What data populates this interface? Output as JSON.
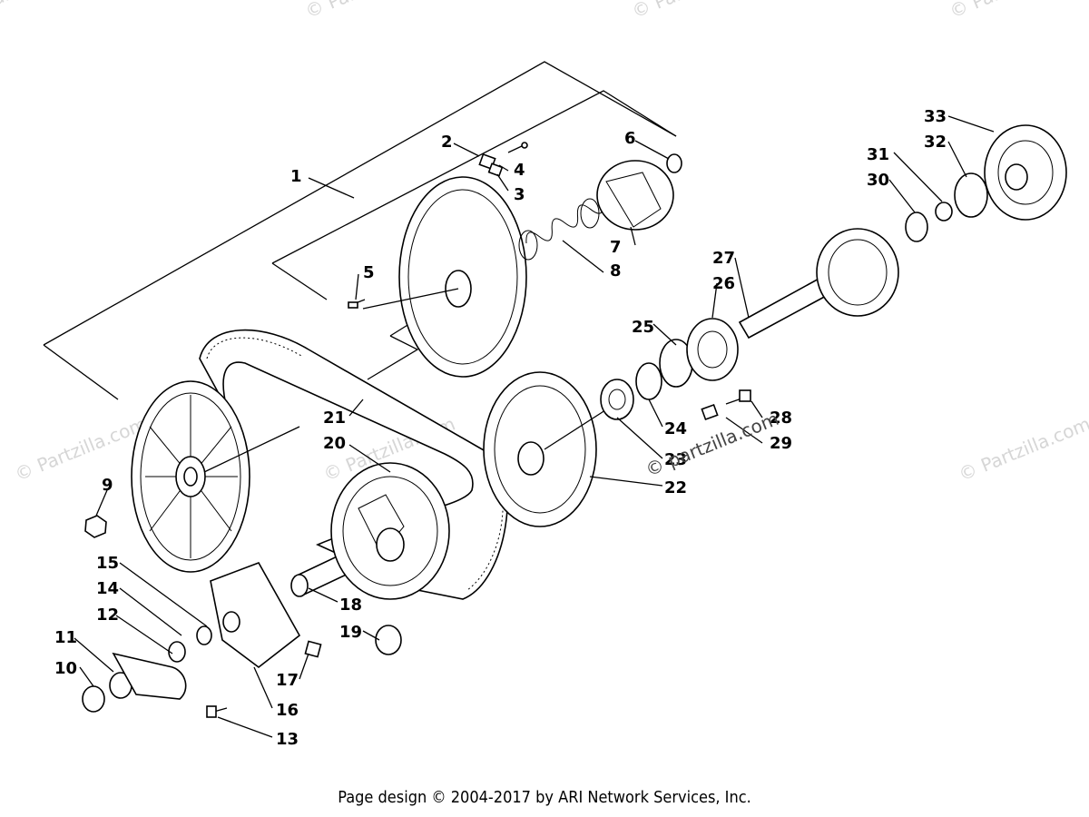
{
  "diagram": {
    "callouts": [
      "1",
      "2",
      "3",
      "4",
      "5",
      "6",
      "7",
      "8",
      "9",
      "10",
      "11",
      "12",
      "13",
      "14",
      "15",
      "16",
      "17",
      "18",
      "19",
      "20",
      "21",
      "22",
      "23",
      "24",
      "25",
      "26",
      "27",
      "28",
      "29",
      "30",
      "31",
      "32",
      "33"
    ]
  },
  "watermarks": {
    "main": "© partzilla.com",
    "faint": "© Partzilla.com"
  },
  "footer": {
    "copyright": "Page design © 2004-2017 by ARI Network Services, Inc."
  }
}
